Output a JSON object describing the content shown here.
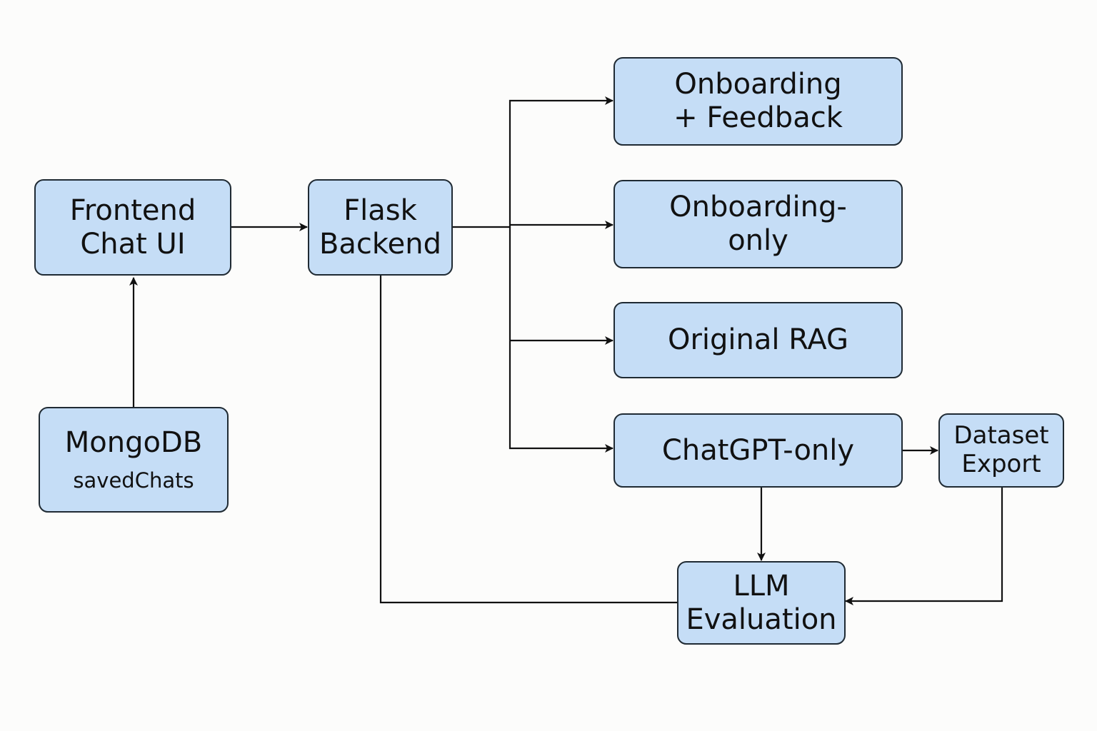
{
  "diagram": {
    "colors": {
      "node_fill": "#c5ddf6",
      "node_border": "#1f2a33",
      "edge": "#111111",
      "background": "#fcfcfb"
    },
    "nodes": {
      "frontend": {
        "line1": "Frontend",
        "line2": "Chat UI"
      },
      "flask": {
        "line1": "Flask",
        "line2": "Backend"
      },
      "mongodb": {
        "line1": "MongoDB",
        "line2": "savedChats"
      },
      "onboarding_feedback": {
        "line1": "Onboarding",
        "line2": "+ Feedback"
      },
      "onboarding_only": {
        "line1": "Onboarding-",
        "line2": "only"
      },
      "original_rag": {
        "line1": "Original RAG"
      },
      "chatgpt_only": {
        "line1": "ChatGPT-only"
      },
      "dataset_export": {
        "line1": "Dataset",
        "line2": "Export"
      },
      "llm_evaluation": {
        "line1": "LLM",
        "line2": "Evaluation"
      }
    },
    "edges": [
      {
        "from": "frontend",
        "to": "flask"
      },
      {
        "from": "mongodb",
        "to": "frontend"
      },
      {
        "from": "flask",
        "to": "onboarding_feedback"
      },
      {
        "from": "flask",
        "to": "onboarding_only"
      },
      {
        "from": "flask",
        "to": "original_rag"
      },
      {
        "from": "flask",
        "to": "chatgpt_only"
      },
      {
        "from": "chatgpt_only",
        "to": "dataset_export"
      },
      {
        "from": "chatgpt_only",
        "to": "llm_evaluation"
      },
      {
        "from": "dataset_export",
        "to": "llm_evaluation"
      },
      {
        "from": "flask",
        "to": "llm_evaluation"
      }
    ]
  }
}
